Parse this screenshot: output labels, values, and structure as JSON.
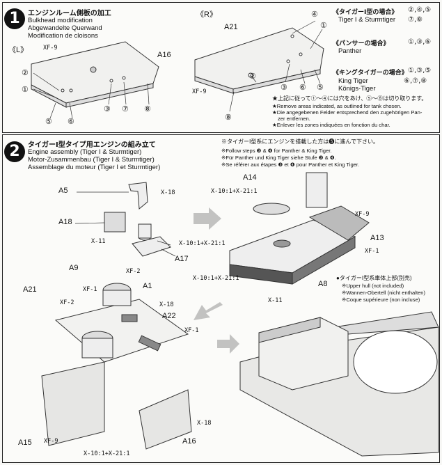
{
  "step1": {
    "number": "1",
    "title_jp": "エンジンルーム側板の加工",
    "title_en": "Bulkhead modification",
    "title_de": "Abgewandelte Querwand",
    "title_fr": "Modification de cloisons",
    "left_label": "《L》",
    "right_label": "《R》",
    "parts": {
      "a16": "A16",
      "a21": "A21",
      "xf9_left": "XF-9",
      "xf9_right": "XF-9"
    },
    "markers": [
      "①",
      "②",
      "③",
      "④",
      "⑤",
      "⑥",
      "⑦",
      "⑧"
    ],
    "tiger_jp": "《タイガーⅠ型の場合》",
    "tiger_marks": "②,④,⑤",
    "tiger_marks2": "⑦,⑧",
    "tiger_en": "Tiger I & Sturmtiger",
    "panther_jp": "《パンサーの場合》",
    "panther_marks": "①,③,⑥",
    "panther_en": "Panther",
    "king_jp": "《キングタイガーの場合》",
    "king_marks": "①,③,⑤",
    "king_marks2": "⑥,⑦,⑧",
    "king_en": "King Tiger",
    "king_de": "Königs-Tiger",
    "note_jp": "★上記に従って①〜④には穴をあけ、⑤〜⑧は切り取ります。",
    "note_en": "★Remove areas indicated, as outlined for tank chosen.",
    "note_de1": "★Die angegebenen Felder entsprechend den zugehörigen Pan-",
    "note_de2": "zer entfernen.",
    "note_fr": "★Enlever les zones indiquées en fonction du char."
  },
  "step2": {
    "number": "2",
    "title_jp": "タイガーⅠ型タイプ用エンジンの組み立て",
    "title_en": "Engine assembly (Tiger I & Sturmtiger)",
    "title_de": "Motor-Zusammenbau (Tiger I & Sturmtiger)",
    "title_fr": "Assemblage du moteur (Tiger I et Sturmtiger)",
    "note_jp": "※タイガーⅠ型系にエンジンを搭載した方は❺に進んで下さい。",
    "note_en": "※Follow steps ❸ & ❹ for Panther & King Tiger.",
    "note_de": "※Für Panther und King Tiger siehe Stufe ❸ & ❹.",
    "note_fr": "※Se référer aux étapes ❸ et ❹ pour Panther et King Tiger.",
    "hull_jp": "●タイガーⅠ型系車体上部(別売)",
    "hull_en": "※Upper hull (not included)",
    "hull_de": "※Wannen-Obertell (nicht enthalten)",
    "hull_fr": "※Coque supérieure (non incluse)",
    "parts": {
      "a5": "A5",
      "x18a": "X-18",
      "a18": "A18",
      "x11a": "X-11",
      "mix1": "X-10:1+X-21:1",
      "a17": "A17",
      "a14": "A14",
      "mix2": "X-10:1+X-21:1",
      "xf9a": "XF-9",
      "a13": "A13",
      "xf1a": "XF-1",
      "mix3": "X-10:1+X-21:1",
      "x11b": "X-11",
      "a8": "A8",
      "a9": "A9",
      "xf2a": "XF-2",
      "xf1b": "XF-1",
      "a1": "A1",
      "x18b": "X-18",
      "a21": "A21",
      "xf2b": "XF-2",
      "a22": "A22",
      "xf1c": "XF-1",
      "a15": "A15",
      "xf9b": "XF-9",
      "x18c": "X-18",
      "a16": "A16",
      "mix4": "X-10:1+X-21:1"
    }
  }
}
